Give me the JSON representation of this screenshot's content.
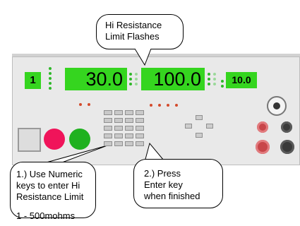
{
  "callouts": {
    "top": {
      "lines": [
        "Hi Resistance",
        "Limit Flashes"
      ]
    },
    "left": {
      "lines": [
        "1.) Use Numeric",
        "keys to enter Hi",
        "Resistance Limit"
      ],
      "range": "1 - 500mohms"
    },
    "right": {
      "lines": [
        "2.) Press",
        "Enter key",
        "when finished"
      ]
    }
  },
  "panel": {
    "step_display": "1",
    "voltage_display": "30.0",
    "resistance_display": "100.0",
    "time_display": "10.0"
  },
  "colors": {
    "lcd": "#35d51f",
    "stop_button": "#f0145a",
    "start_button": "#1fb11f"
  }
}
